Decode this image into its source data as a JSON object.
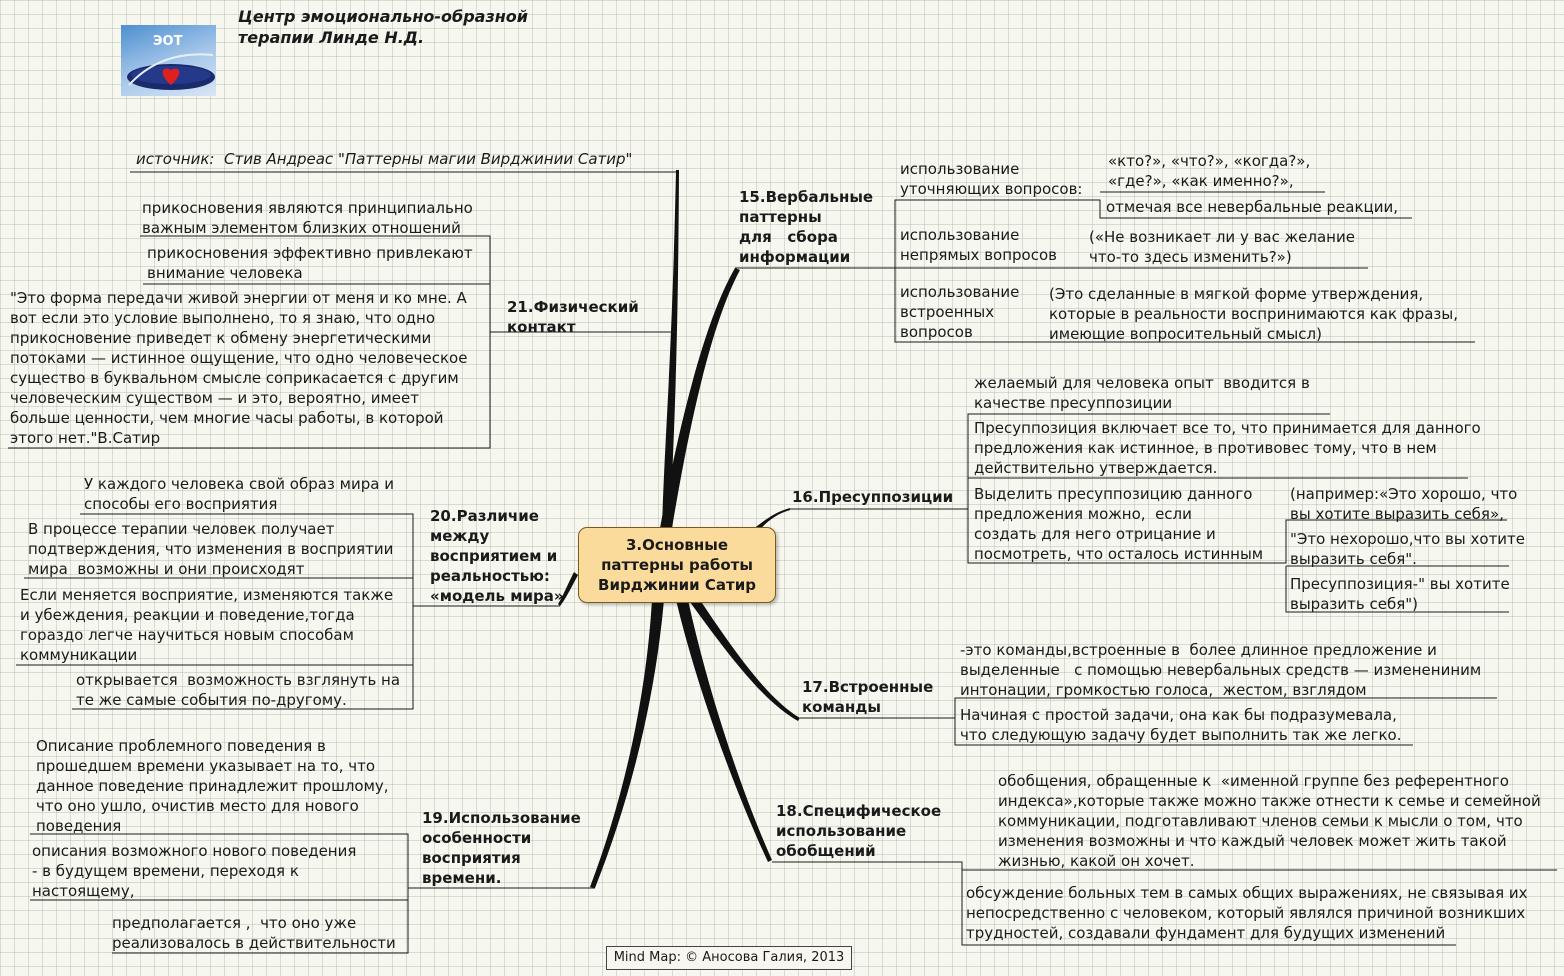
{
  "header": {
    "title": "Центр эмоционально-образной\nтерапии Линде Н.Д.",
    "logo_text": "ЭОТ"
  },
  "source": "источник:  Стив Андреас \"Паттерны магии Вирджинии Сатир\"",
  "center": "3.Основные\nпаттерны работы\nВирджинии Сатир",
  "branches": {
    "b15": {
      "title": "15.Вербальные\nпаттерны\nдля   сбора\nинформации",
      "t1": "использование\nуточняющих вопросов:",
      "t1a": "«кто?», «что?», «когда?»,\n«где?», «как именно?»,",
      "t1b": "отмечая все невербальные реакции,",
      "t2": "использование\nнепрямых вопросов",
      "t2a": "(«Не возникает ли у вас желание\nчто-то здесь изменить?»)",
      "t3": "использование\nвстроенных\nвопросов",
      "t3a": "(Это сделанные в мягкой форме утверждения,\nкоторые в реальности воспринимаются как фразы,\nимеющие вопросительный смысл)"
    },
    "b16": {
      "title": "16.Пресуппозиции",
      "t1": "желаемый для человека опыт  вводится в\nкачестве пресуппозиции",
      "t2": "Пресуппозиция включает все то, что принимается для данного\nпредложения как истинное, в противовес тому, что в нем\nдействительно утверждается.",
      "t3": "Выделить пресуппозицию данного\nпредложения можно,  если\nсоздать для него отрицание и\nпосмотреть, что осталось истинным",
      "t3a": "(например:«Это хорошо, что\nвы хотите выразить себя»,",
      "t3b": "\"Это нехорошо,что вы хотите\nвыразить себя\".",
      "t3c": "Пресуппозиция-\" вы хотите\nвыразить себя\")"
    },
    "b17": {
      "title": "17.Встроенные\nкоманды",
      "t1": "-это команды,встроенные в  более длинное предложение и\nвыделенные   с помощью невербальных средств — изменениним\nинтонации, громкостью голоса,  жестом, взглядом",
      "t2": "Начиная с простой задачи, она как бы подразумевала,\nчто следующую задачу будет выполнить так же легко."
    },
    "b18": {
      "title": "18.Специфическое\nиспользование\nобобщений",
      "t1": "обобщения, обращенные к  «именной группе без референтного\nиндекса»,которые также можно также отнести к семье и семейной\nкоммуникации, подготавливают членов семьи к мысли о том, что\nизменения возможны и что каждый человек может жить такой\nжизнью, какой он хочет.",
      "t2": "обсуждение больных тем в самых общих выражениях, не связывая их\nнепосредственно с человеком, который являлся причиной возникших\nтрудностей, создавали фундамент для будущих изменений"
    },
    "b19": {
      "title": "19.Использование\nособенности\nвосприятия\nвремени.",
      "t1": "Описание проблемного поведения в\nпрошедшем времени указывает на то, что\nданное поведение принадлежит прошлому,\nчто оно ушло, очистив место для нового\nповедения",
      "t2": "описания возможного нового поведения\n- в будущем времени, переходя к\nнастоящему,",
      "t3": "предполагается ,  что оно уже\nреализовалось в действительности"
    },
    "b20": {
      "title": "20.Различие\nмежду\nвосприятием и\nреальностью:\n«модель мира»",
      "t1": "У каждого человека свой образ мира и\nспособы его восприятия",
      "t2": "В процессе терапии человек получает\nподтверждения, что изменения в восприятии\nмира  возможны и они происходят",
      "t3": "Если меняется восприятие, изменяются также\nи убеждения, реакции и поведение,тогда\nгораздо легче научиться новым способам\nкоммуникации",
      "t4": "открывается  возможность взглянуть на\nте же самые события по-другому."
    },
    "b21": {
      "title": "21.Физический\nконтакт",
      "t1": "прикосновения являются принципиально\nважным элементом близких отношений",
      "t2": "прикосновения эффективно привлекают\nвнимание человека",
      "t3": "\"Это форма передачи живой энергии от меня и ко мне. А\nвот если это условие выполнено, то я знаю, что одно\nприкосновение приведет к обмену энергетическими\nпотоками — истинное ощущение, что одно человеческое\nсущество в буквальном смысле соприкасается с другим\nчеловеческим существом — и это, вероятно, имеет\nбольше ценности, чем многие часы работы, в которой\nэтого нет.\"В.Сатир"
    }
  },
  "footer": "Mind Map: © Аносова Галия, 2013"
}
